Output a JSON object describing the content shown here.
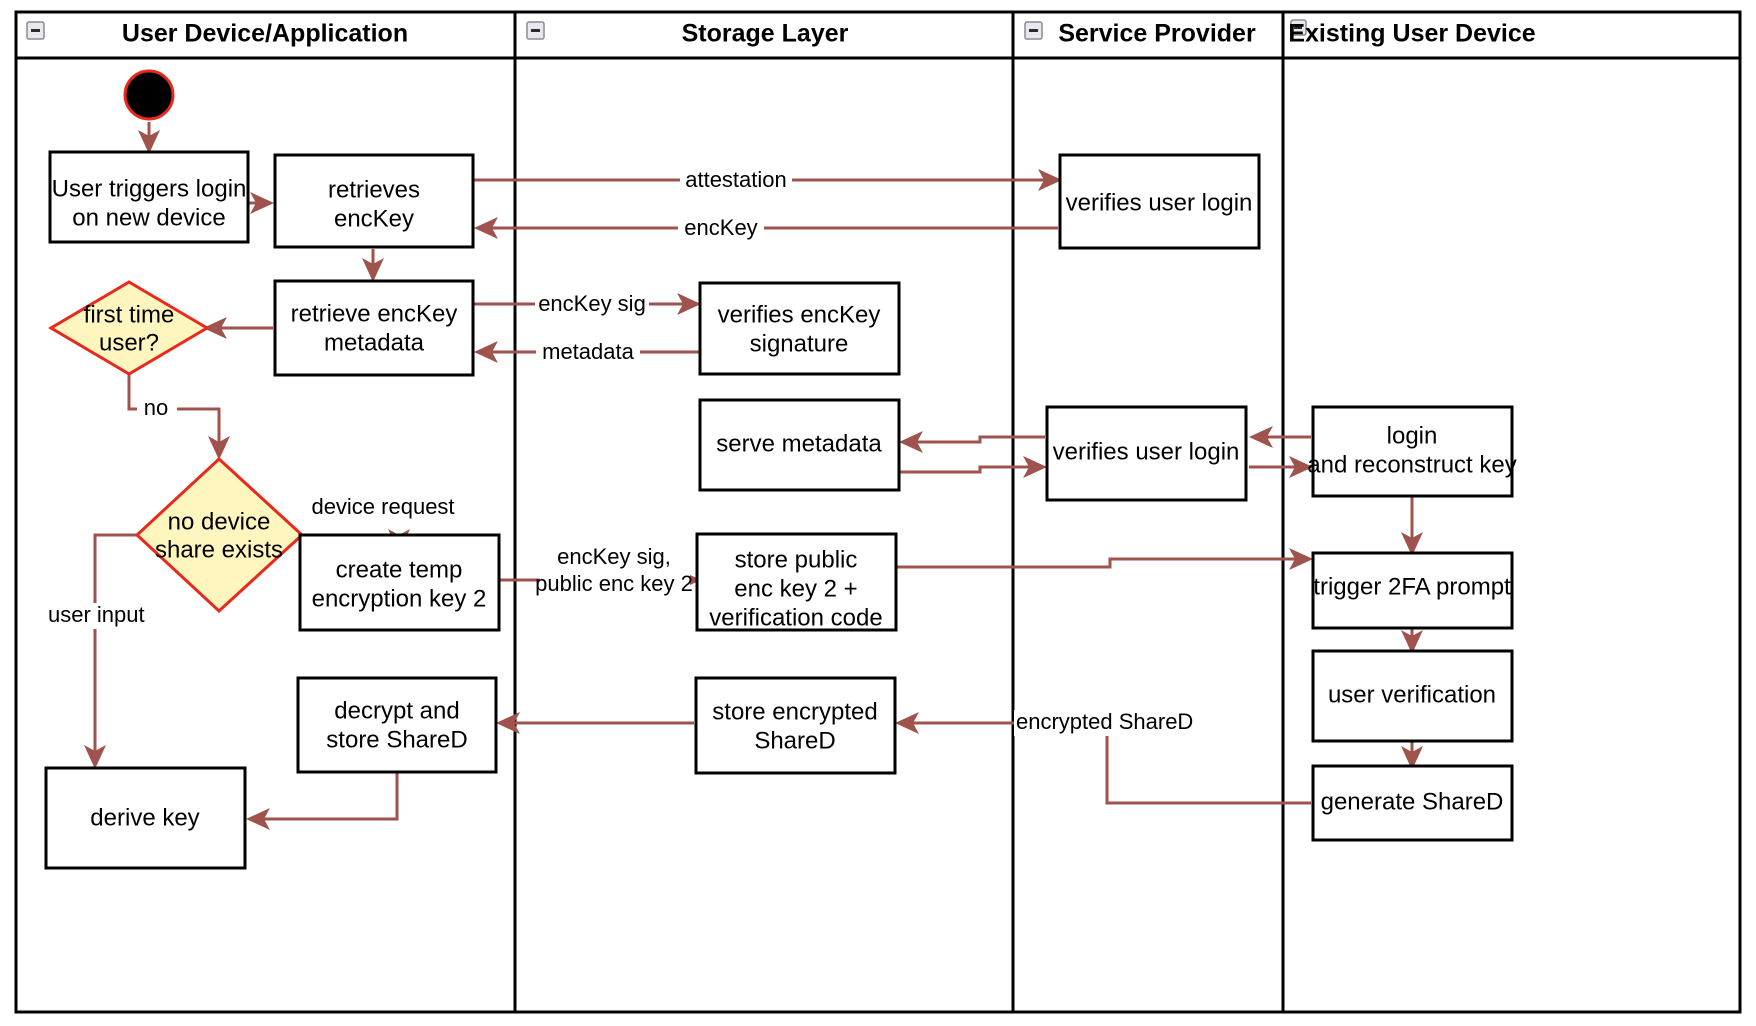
{
  "diagram": {
    "type": "uml-activity-swimlane",
    "colors": {
      "flow_arrow": "#A0524D",
      "decision_fill": "#FFF6BF",
      "decision_stroke": "#E8291C",
      "activity_stroke": "#000000",
      "activity_fill": "#FFFFFF",
      "lane_border": "#000000",
      "start_node": "#000000"
    },
    "lanes": [
      {
        "id": "lane-user-device",
        "title": "User Device/Application",
        "collapse_icon": "minus-icon"
      },
      {
        "id": "lane-storage",
        "title": "Storage Layer",
        "collapse_icon": "minus-icon"
      },
      {
        "id": "lane-service-provider",
        "title": "Service Provider",
        "collapse_icon": "minus-icon"
      },
      {
        "id": "lane-existing-device",
        "title": "Existing User Device",
        "collapse_icon": "minus-icon"
      }
    ],
    "nodes": [
      {
        "id": "start",
        "lane": "lane-user-device",
        "shape": "initial-node",
        "label": ""
      },
      {
        "id": "user-triggers-login",
        "lane": "lane-user-device",
        "shape": "activity",
        "label": "User triggers login\non new device"
      },
      {
        "id": "retrieves-enckey",
        "lane": "lane-user-device",
        "shape": "activity",
        "label": "retrieves\nencKey"
      },
      {
        "id": "first-time-user",
        "lane": "lane-user-device",
        "shape": "decision",
        "label": "first time\nuser?"
      },
      {
        "id": "retrieve-enckey-metadata",
        "lane": "lane-user-device",
        "shape": "activity",
        "label": "retrieve encKey\nmetadata"
      },
      {
        "id": "no-device-share-exists",
        "lane": "lane-user-device",
        "shape": "decision",
        "label": "no device\nshare exists"
      },
      {
        "id": "create-temp-encryption-key-2",
        "lane": "lane-user-device",
        "shape": "activity",
        "label": "create temp\nencryption key 2"
      },
      {
        "id": "decrypt-and-store-shared",
        "lane": "lane-user-device",
        "shape": "activity",
        "label": "decrypt and\nstore ShareD"
      },
      {
        "id": "derive-key",
        "lane": "lane-user-device",
        "shape": "activity",
        "label": "derive key"
      },
      {
        "id": "verifies-enckey-signature",
        "lane": "lane-storage",
        "shape": "activity",
        "label": "verifies encKey\nsignature"
      },
      {
        "id": "serve-metadata",
        "lane": "lane-storage",
        "shape": "activity",
        "label": "serve metadata"
      },
      {
        "id": "store-public-enc-key-2",
        "lane": "lane-storage",
        "shape": "activity",
        "label": "store public\nenc key 2 +\nverification code"
      },
      {
        "id": "store-encrypted-shared",
        "lane": "lane-storage",
        "shape": "activity",
        "label": "store encrypted\nShareD"
      },
      {
        "id": "verifies-user-login-1",
        "lane": "lane-service-provider",
        "shape": "activity",
        "label": "verifies user login"
      },
      {
        "id": "verifies-user-login-2",
        "lane": "lane-service-provider",
        "shape": "activity",
        "label": "verifies user login"
      },
      {
        "id": "login-and-reconstruct-key",
        "lane": "lane-existing-device",
        "shape": "activity",
        "label": "login\nand reconstruct key"
      },
      {
        "id": "trigger-2fa-prompt",
        "lane": "lane-existing-device",
        "shape": "activity",
        "label": "trigger 2FA prompt"
      },
      {
        "id": "user-verification",
        "lane": "lane-existing-device",
        "shape": "activity",
        "label": "user verification"
      },
      {
        "id": "generate-shared",
        "lane": "lane-existing-device",
        "shape": "activity",
        "label": "generate ShareD"
      }
    ],
    "edge_labels": [
      {
        "id": "attestation",
        "text": "attestation"
      },
      {
        "id": "enckey",
        "text": "encKey"
      },
      {
        "id": "enckey-sig",
        "text": "encKey sig"
      },
      {
        "id": "metadata",
        "text": "metadata"
      },
      {
        "id": "no",
        "text": "no"
      },
      {
        "id": "device-request",
        "text": "device request"
      },
      {
        "id": "enckey-sig-pub-1",
        "text": "encKey sig,"
      },
      {
        "id": "enckey-sig-pub-2",
        "text": "public enc key 2"
      },
      {
        "id": "user-input",
        "text": "user input"
      },
      {
        "id": "encrypted-shared",
        "text": "encrypted ShareD"
      }
    ],
    "node_labels": {
      "user_triggers_login_l1": "User triggers login",
      "user_triggers_login_l2": "on new device",
      "retrieves_enckey_l1": "retrieves",
      "retrieves_enckey_l2": "encKey",
      "first_time_user_l1": "first time",
      "first_time_user_l2": "user?",
      "retrieve_enckey_metadata_l1": "retrieve encKey",
      "retrieve_enckey_metadata_l2": "metadata",
      "no_device_share_l1": "no device",
      "no_device_share_l2": "share exists",
      "create_temp_key_l1": "create temp",
      "create_temp_key_l2": "encryption key 2",
      "decrypt_store_l1": "decrypt and",
      "decrypt_store_l2": "store ShareD",
      "derive_key_l1": "derive key",
      "verifies_enckey_sig_l1": "verifies encKey",
      "verifies_enckey_sig_l2": "signature",
      "serve_metadata_l1": "serve metadata",
      "store_public_l1": "store public",
      "store_public_l2": "enc key 2 +",
      "store_public_l3": "verification code",
      "store_encrypted_l1": "store encrypted",
      "store_encrypted_l2": "ShareD",
      "verifies_user_login_1_l1": "verifies user login",
      "verifies_user_login_2_l1": "verifies user login",
      "login_reconstruct_l1": "login",
      "login_reconstruct_l2": "and reconstruct key",
      "trigger_2fa_l1": "trigger 2FA prompt",
      "user_verification_l1": "user verification",
      "generate_shared_l1": "generate ShareD"
    }
  }
}
